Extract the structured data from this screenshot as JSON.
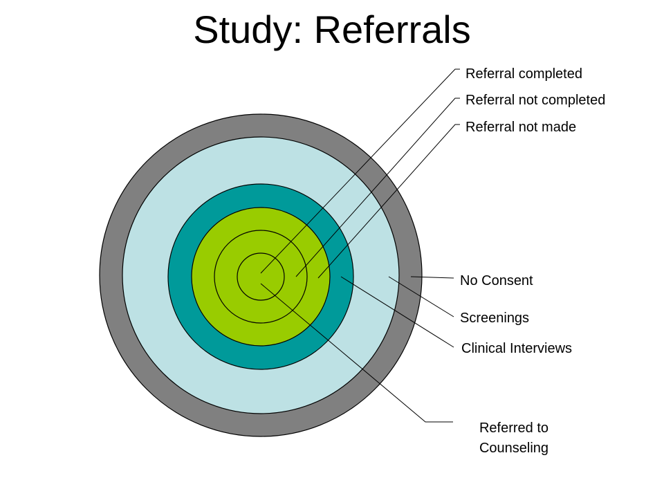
{
  "title": "Study: Referrals",
  "rings": [
    {
      "name": "No Consent",
      "color": "#808080"
    },
    {
      "name": "Screenings",
      "color": "#bde1e4"
    },
    {
      "name": "Clinical Interviews",
      "color": "#009a9a"
    },
    {
      "name": "Referred to Counseling",
      "color": "#99cc00"
    }
  ],
  "labels": {
    "referral_completed": "Referral completed",
    "referral_not_completed": "Referral not completed",
    "referral_not_made": "Referral not made",
    "no_consent": "No Consent",
    "screenings": "Screenings",
    "clinical_interviews": "Clinical Interviews",
    "referred_line1": "Referred to",
    "referred_line2": "Counseling"
  }
}
